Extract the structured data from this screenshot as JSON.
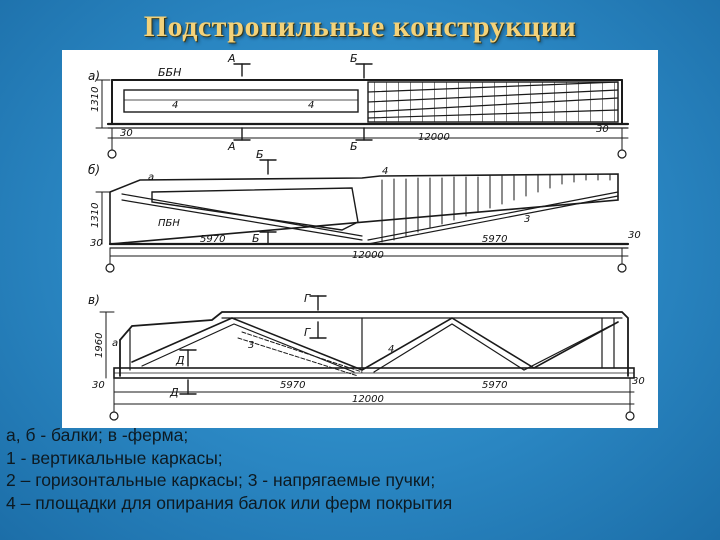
{
  "slide": {
    "title": "Подстропильные конструкции",
    "caption": [
      "а, б - балки; в -ферма;",
      "1 - вертикальные каркасы;",
      "2 – горизонтальные каркасы; 3 - напрягаемые пучки;",
      "4 – площадки для опирания балок или ферм покрытия"
    ]
  },
  "drawing": {
    "a": {
      "label": "а)",
      "element": "ББН",
      "height": "1310",
      "section_marks": [
        "А",
        "А",
        "Б",
        "Б"
      ],
      "callouts": [
        "4",
        "4"
      ],
      "dims": [
        "30",
        "12000",
        "30"
      ]
    },
    "b": {
      "label": "б)",
      "element": "ПБН",
      "height": "1310",
      "section_marks": [
        "Б",
        "Б"
      ],
      "callouts": [
        "а",
        "4",
        "3"
      ],
      "dims": [
        "30",
        "5970",
        "5970",
        "30",
        "12000"
      ]
    },
    "c": {
      "label": "в)",
      "height": "1960",
      "section_marks": [
        "Г",
        "Г",
        "Д",
        "Д"
      ],
      "callouts": [
        "а",
        "3",
        "4"
      ],
      "dims": [
        "30",
        "5970",
        "5970",
        "30",
        "12000"
      ]
    }
  }
}
